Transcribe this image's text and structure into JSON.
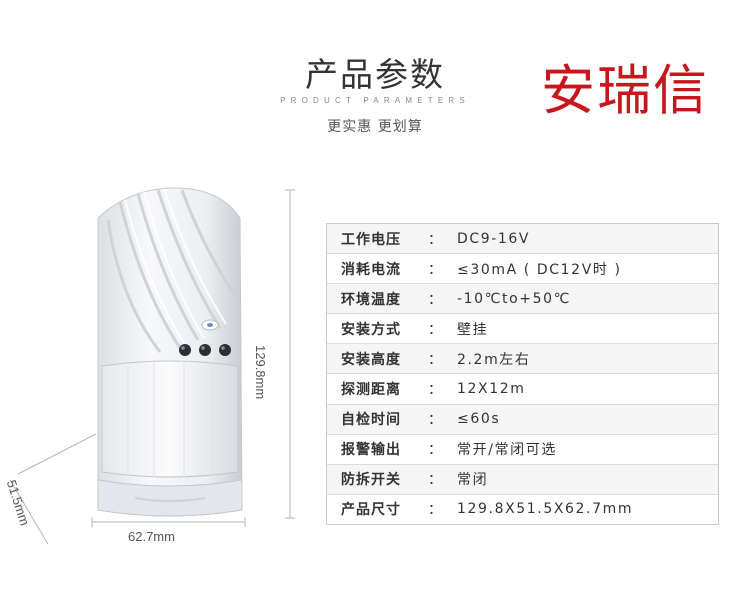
{
  "header": {
    "title": "产品参数",
    "subtitle": "PRODUCT PARAMETERS",
    "slogan": "更实惠 更划算"
  },
  "brand": {
    "name": "安瑞信",
    "color": "#c8161d"
  },
  "dimensions": {
    "width": "62.7mm",
    "height": "129.8mm",
    "depth": "51.5mm"
  },
  "specs": [
    {
      "label": "工作电压",
      "colon": "：",
      "value": "DC9-16V"
    },
    {
      "label": "消耗电流",
      "colon": "：",
      "value": "≤30mA ( DC12V时 )"
    },
    {
      "label": "环境温度",
      "colon": "：",
      "value": "-10℃to+50℃"
    },
    {
      "label": "安装方式",
      "colon": "：",
      "value": "壁挂"
    },
    {
      "label": "安装高度",
      "colon": "：",
      "value": "2.2m左右"
    },
    {
      "label": "探测距离",
      "colon": "：",
      "value": "12X12m"
    },
    {
      "label": "自检时间",
      "colon": "：",
      "value": "≤60s"
    },
    {
      "label": "报警输出",
      "colon": "：",
      "value": "常开/常闭可选"
    },
    {
      "label": "防拆开关",
      "colon": "：",
      "value": "常闭"
    },
    {
      "label": "产品尺寸",
      "colon": "：",
      "value": "129.8X51.5X62.7mm"
    }
  ]
}
